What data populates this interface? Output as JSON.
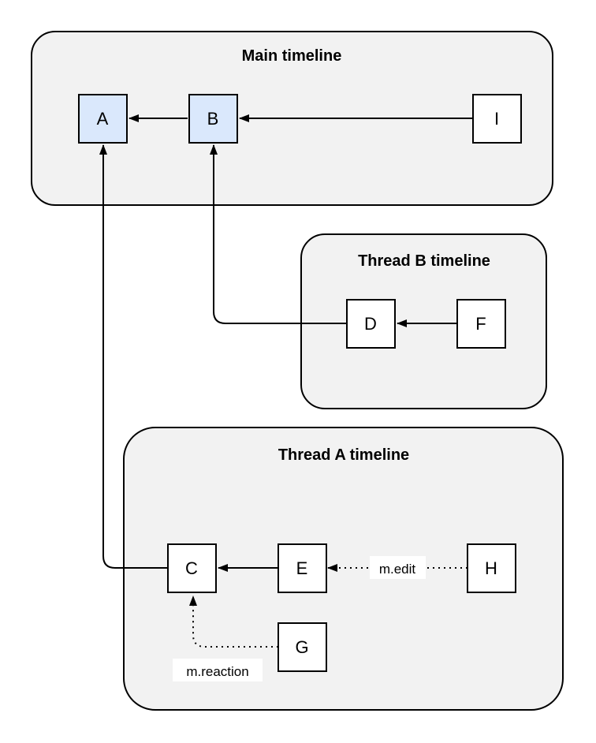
{
  "diagram": {
    "containers": {
      "main": {
        "title": "Main timeline"
      },
      "thread_b": {
        "title": "Thread B timeline"
      },
      "thread_a": {
        "title": "Thread A timeline"
      }
    },
    "nodes": {
      "a": "A",
      "b": "B",
      "c": "C",
      "d": "D",
      "e": "E",
      "f": "F",
      "g": "G",
      "h": "H",
      "i": "I"
    },
    "edge_labels": {
      "edit": "m.edit",
      "reaction": "m.reaction"
    },
    "colors": {
      "container_fill": "#f2f2f2",
      "highlight_node_fill": "#dae8fc",
      "node_fill": "#ffffff",
      "stroke": "#000000"
    }
  }
}
